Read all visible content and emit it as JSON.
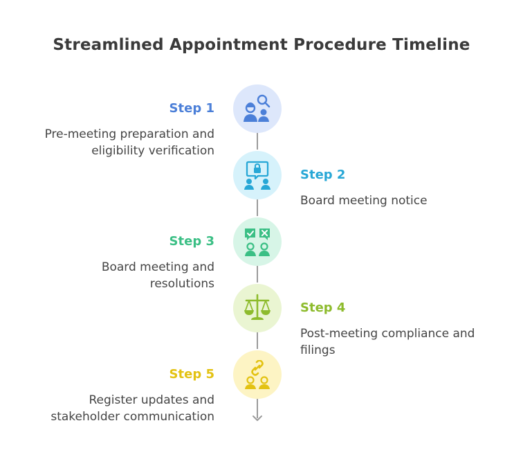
{
  "title": "Streamlined Appointment Procedure Timeline",
  "steps": [
    {
      "label": "Step 1",
      "desc": "Pre-meeting preparation and\neligibility verification",
      "color": "#4b7fd8",
      "bg": "#dde7fb",
      "icon": "user-search-icon"
    },
    {
      "label": "Step 2",
      "desc": "Board meeting notice",
      "color": "#27a7d6",
      "bg": "#d6f2fb",
      "icon": "locked-message-icon"
    },
    {
      "label": "Step 3",
      "desc": "Board meeting and\nresolutions",
      "color": "#3bbf85",
      "bg": "#d7f5e7",
      "icon": "vote-icon"
    },
    {
      "label": "Step 4",
      "desc": "Post-meeting compliance and\nfilings",
      "color": "#8dbb2c",
      "bg": "#eaf5d2",
      "icon": "balance-scale-icon"
    },
    {
      "label": "Step 5",
      "desc": "Register updates and\nstakeholder communication",
      "color": "#e3c212",
      "bg": "#fdf4c4",
      "icon": "link-people-icon"
    }
  ]
}
